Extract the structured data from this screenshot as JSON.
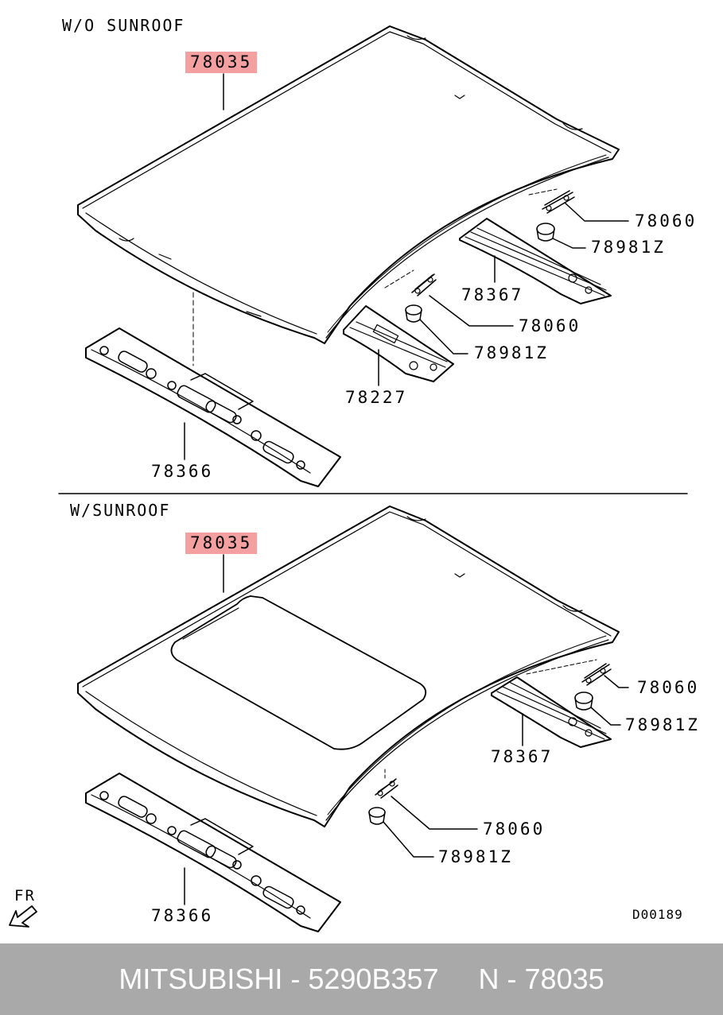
{
  "sections": {
    "top_title": "W/O  SUNROOF",
    "bottom_title": "W/SUNROOF"
  },
  "top_labels": {
    "roof_panel": "78035",
    "clip_a": "78060",
    "grommet_a": "78981Z",
    "rail_right": "78367",
    "clip_b": "78060",
    "grommet_b": "78981Z",
    "rail_mid": "78227",
    "rail_front": "78366"
  },
  "bottom_labels": {
    "roof_panel": "78035",
    "clip_a": "78060",
    "grommet_a": "78981Z",
    "rail_right": "78367",
    "clip_b": "78060",
    "grommet_b": "78981Z",
    "rail_front": "78366"
  },
  "direction_label": "FR",
  "diagram_code": "D00189",
  "footer": {
    "text": "MITSUBISHI - 5290B357     N - 78035"
  },
  "colors": {
    "highlight": "#f4a0a0",
    "footer_bg": "#a9a9a9",
    "footer_text": "#ffffff"
  }
}
